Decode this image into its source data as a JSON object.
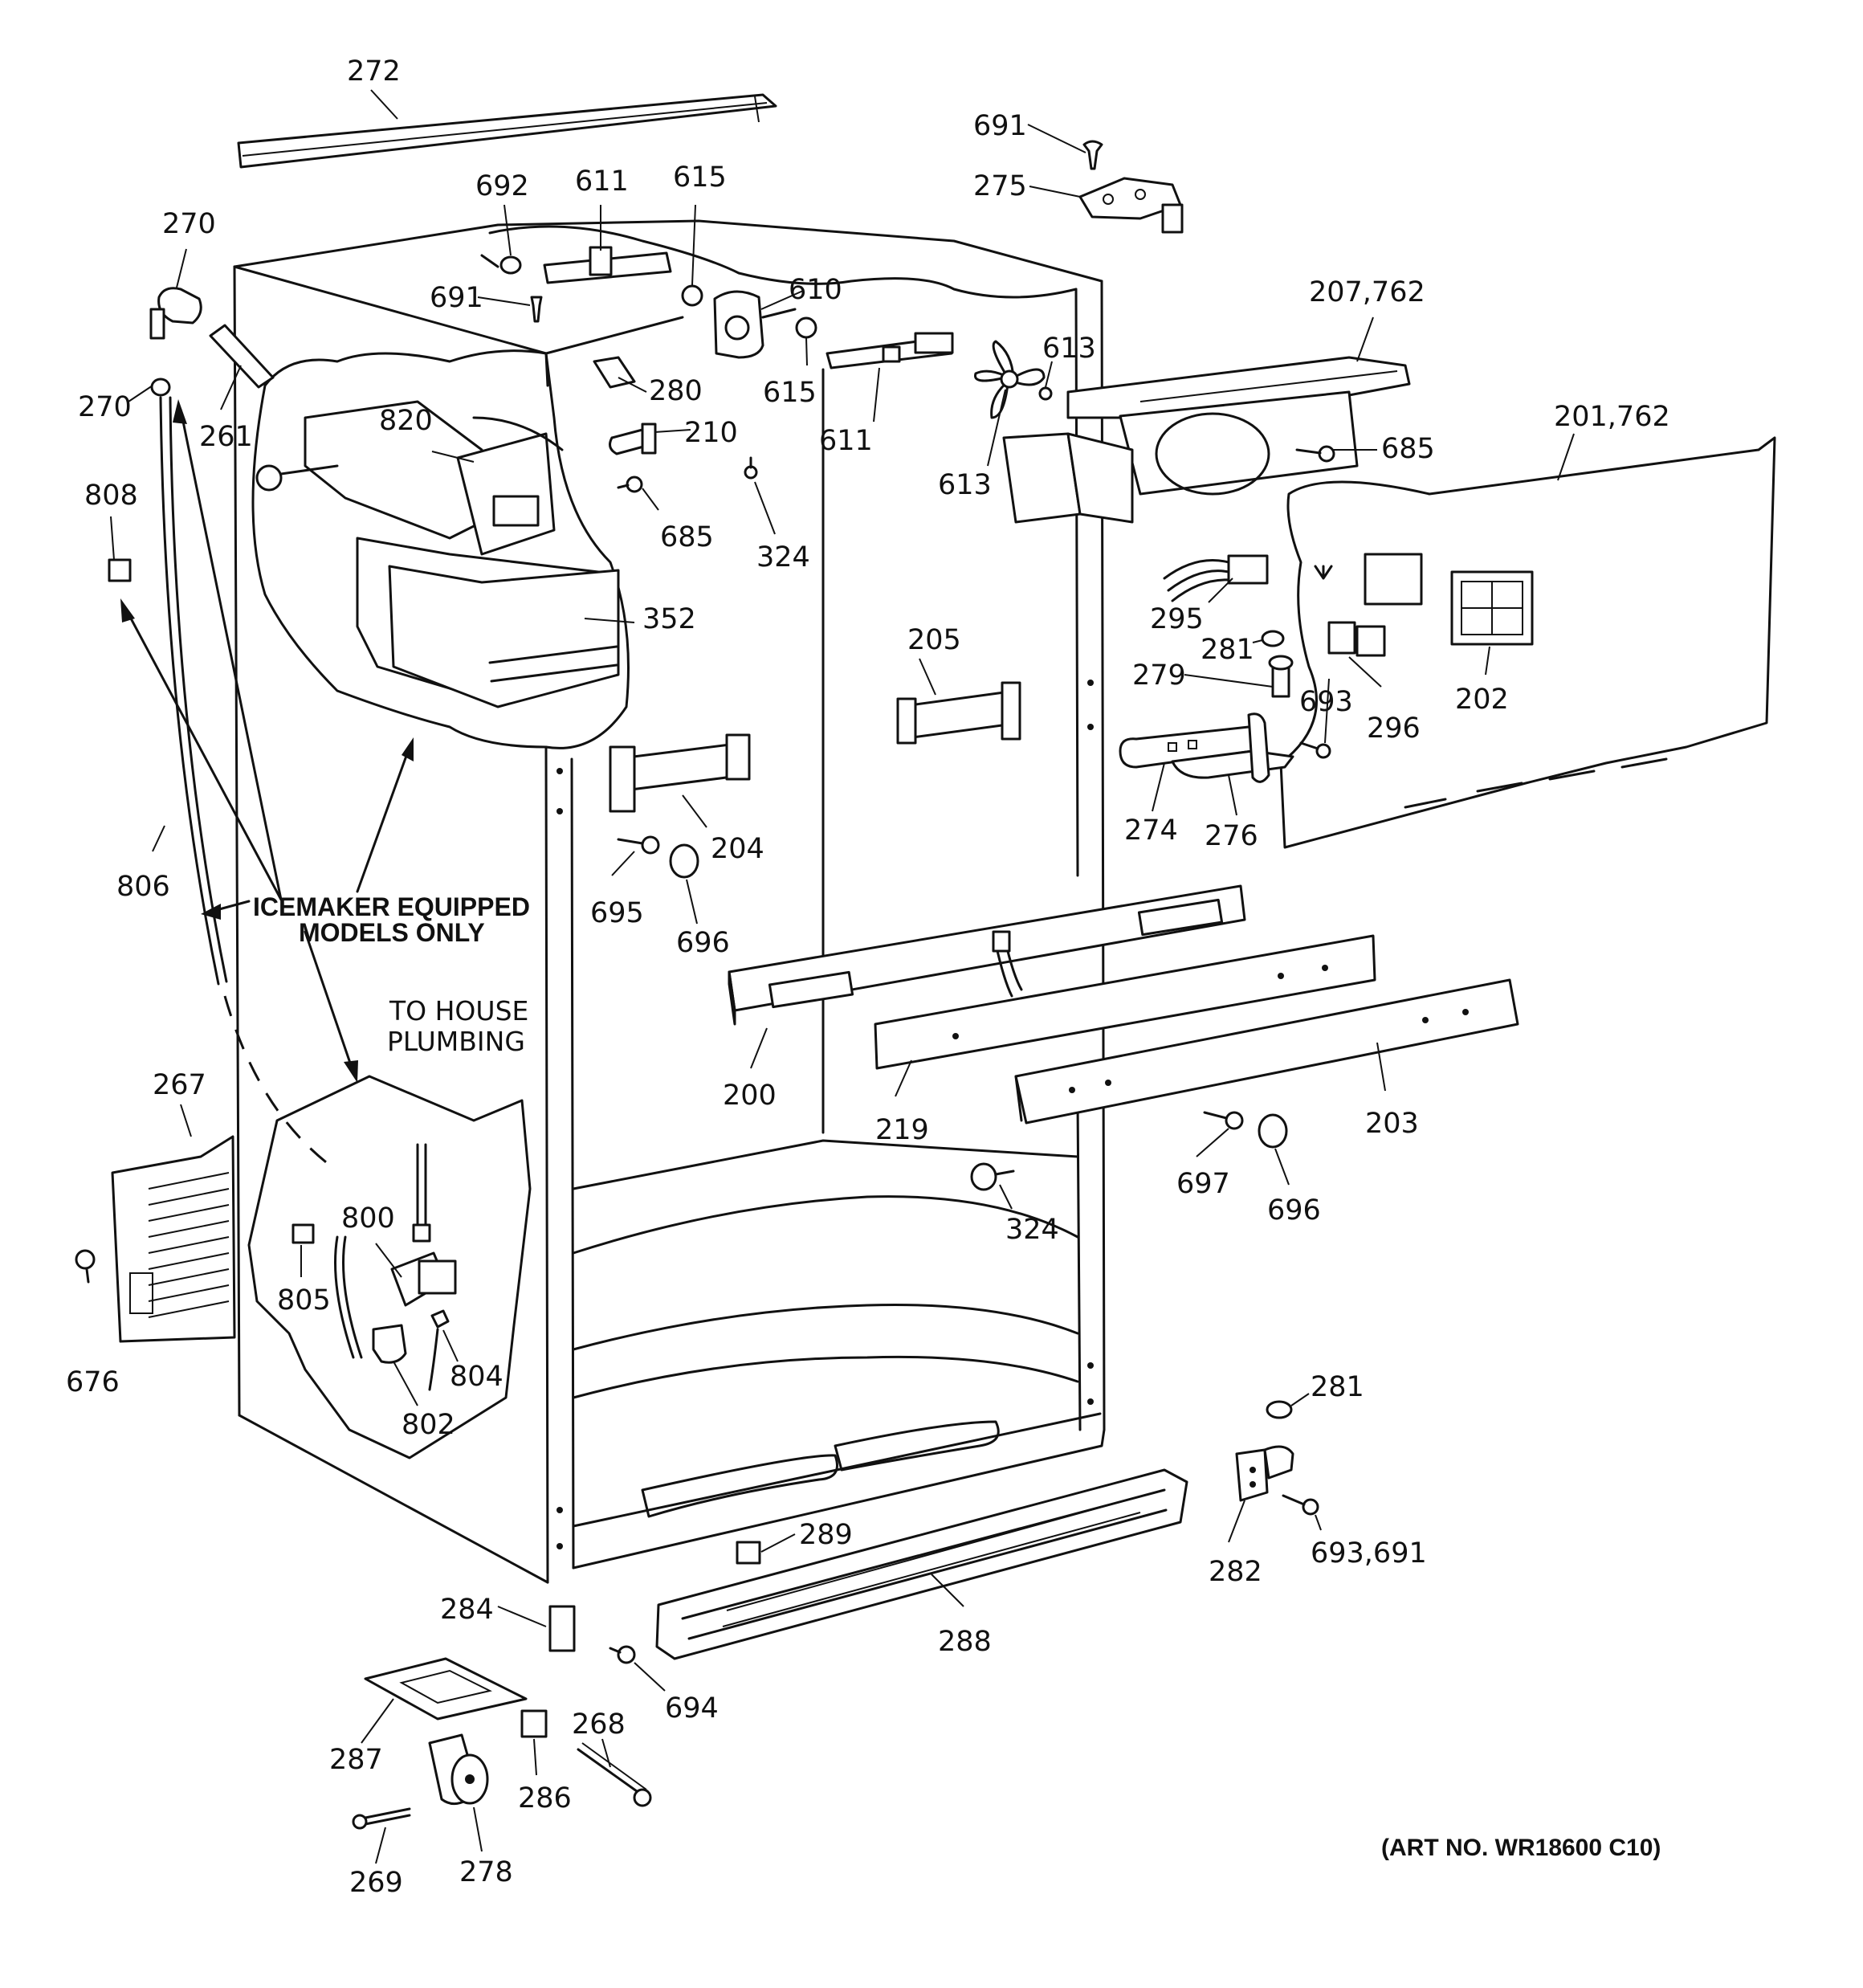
{
  "parts": [
    {
      "id": "lbl-272",
      "text": "272"
    },
    {
      "id": "lbl-691-top",
      "text": "691"
    },
    {
      "id": "lbl-275",
      "text": "275"
    },
    {
      "id": "lbl-692",
      "text": "692"
    },
    {
      "id": "lbl-611-top",
      "text": "611"
    },
    {
      "id": "lbl-615-top",
      "text": "615"
    },
    {
      "id": "lbl-270-top",
      "text": "270"
    },
    {
      "id": "lbl-610",
      "text": "610"
    },
    {
      "id": "lbl-691-mid",
      "text": "691"
    },
    {
      "id": "lbl-207-762",
      "text": "207,762"
    },
    {
      "id": "lbl-613-top",
      "text": "613"
    },
    {
      "id": "lbl-270-left",
      "text": "270"
    },
    {
      "id": "lbl-280",
      "text": "280"
    },
    {
      "id": "lbl-615-mid",
      "text": "615"
    },
    {
      "id": "lbl-261",
      "text": "261"
    },
    {
      "id": "lbl-820",
      "text": "820"
    },
    {
      "id": "lbl-210",
      "text": "210"
    },
    {
      "id": "lbl-611-mid",
      "text": "611"
    },
    {
      "id": "lbl-201-762",
      "text": "201,762"
    },
    {
      "id": "lbl-685-right",
      "text": "685"
    },
    {
      "id": "lbl-613-mid",
      "text": "613"
    },
    {
      "id": "lbl-808",
      "text": "808"
    },
    {
      "id": "lbl-685-mid",
      "text": "685"
    },
    {
      "id": "lbl-324-top",
      "text": "324"
    },
    {
      "id": "lbl-352",
      "text": "352"
    },
    {
      "id": "lbl-295",
      "text": "295"
    },
    {
      "id": "lbl-205",
      "text": "205"
    },
    {
      "id": "lbl-281-top",
      "text": "281"
    },
    {
      "id": "lbl-279",
      "text": "279"
    },
    {
      "id": "lbl-693",
      "text": "693"
    },
    {
      "id": "lbl-296",
      "text": "296"
    },
    {
      "id": "lbl-202",
      "text": "202"
    },
    {
      "id": "lbl-204",
      "text": "204"
    },
    {
      "id": "lbl-274",
      "text": "274"
    },
    {
      "id": "lbl-276",
      "text": "276"
    },
    {
      "id": "lbl-806",
      "text": "806"
    },
    {
      "id": "lbl-695",
      "text": "695"
    },
    {
      "id": "lbl-696-top",
      "text": "696"
    },
    {
      "id": "lbl-200",
      "text": "200"
    },
    {
      "id": "lbl-219",
      "text": "219"
    },
    {
      "id": "lbl-203",
      "text": "203"
    },
    {
      "id": "lbl-267",
      "text": "267"
    },
    {
      "id": "lbl-697",
      "text": "697"
    },
    {
      "id": "lbl-696-bot",
      "text": "696"
    },
    {
      "id": "lbl-324-bot",
      "text": "324"
    },
    {
      "id": "lbl-800",
      "text": "800"
    },
    {
      "id": "lbl-805",
      "text": "805"
    },
    {
      "id": "lbl-804",
      "text": "804"
    },
    {
      "id": "lbl-676",
      "text": "676"
    },
    {
      "id": "lbl-802",
      "text": "802"
    },
    {
      "id": "lbl-281-bot",
      "text": "281"
    },
    {
      "id": "lbl-289",
      "text": "289"
    },
    {
      "id": "lbl-282",
      "text": "282"
    },
    {
      "id": "lbl-693-691",
      "text": "693,691"
    },
    {
      "id": "lbl-284",
      "text": "284"
    },
    {
      "id": "lbl-288",
      "text": "288"
    },
    {
      "id": "lbl-694",
      "text": "694"
    },
    {
      "id": "lbl-268",
      "text": "268"
    },
    {
      "id": "lbl-287",
      "text": "287"
    },
    {
      "id": "lbl-286",
      "text": "286"
    },
    {
      "id": "lbl-269",
      "text": "269"
    },
    {
      "id": "lbl-278",
      "text": "278"
    }
  ],
  "notes": {
    "icemaker_line1": "ICEMAKER EQUIPPED",
    "icemaker_line2": "MODELS ONLY",
    "plumbing_line1": "TO HOUSE",
    "plumbing_line2": "PLUMBING"
  },
  "art_number": "(ART NO. WR18600 C10)"
}
